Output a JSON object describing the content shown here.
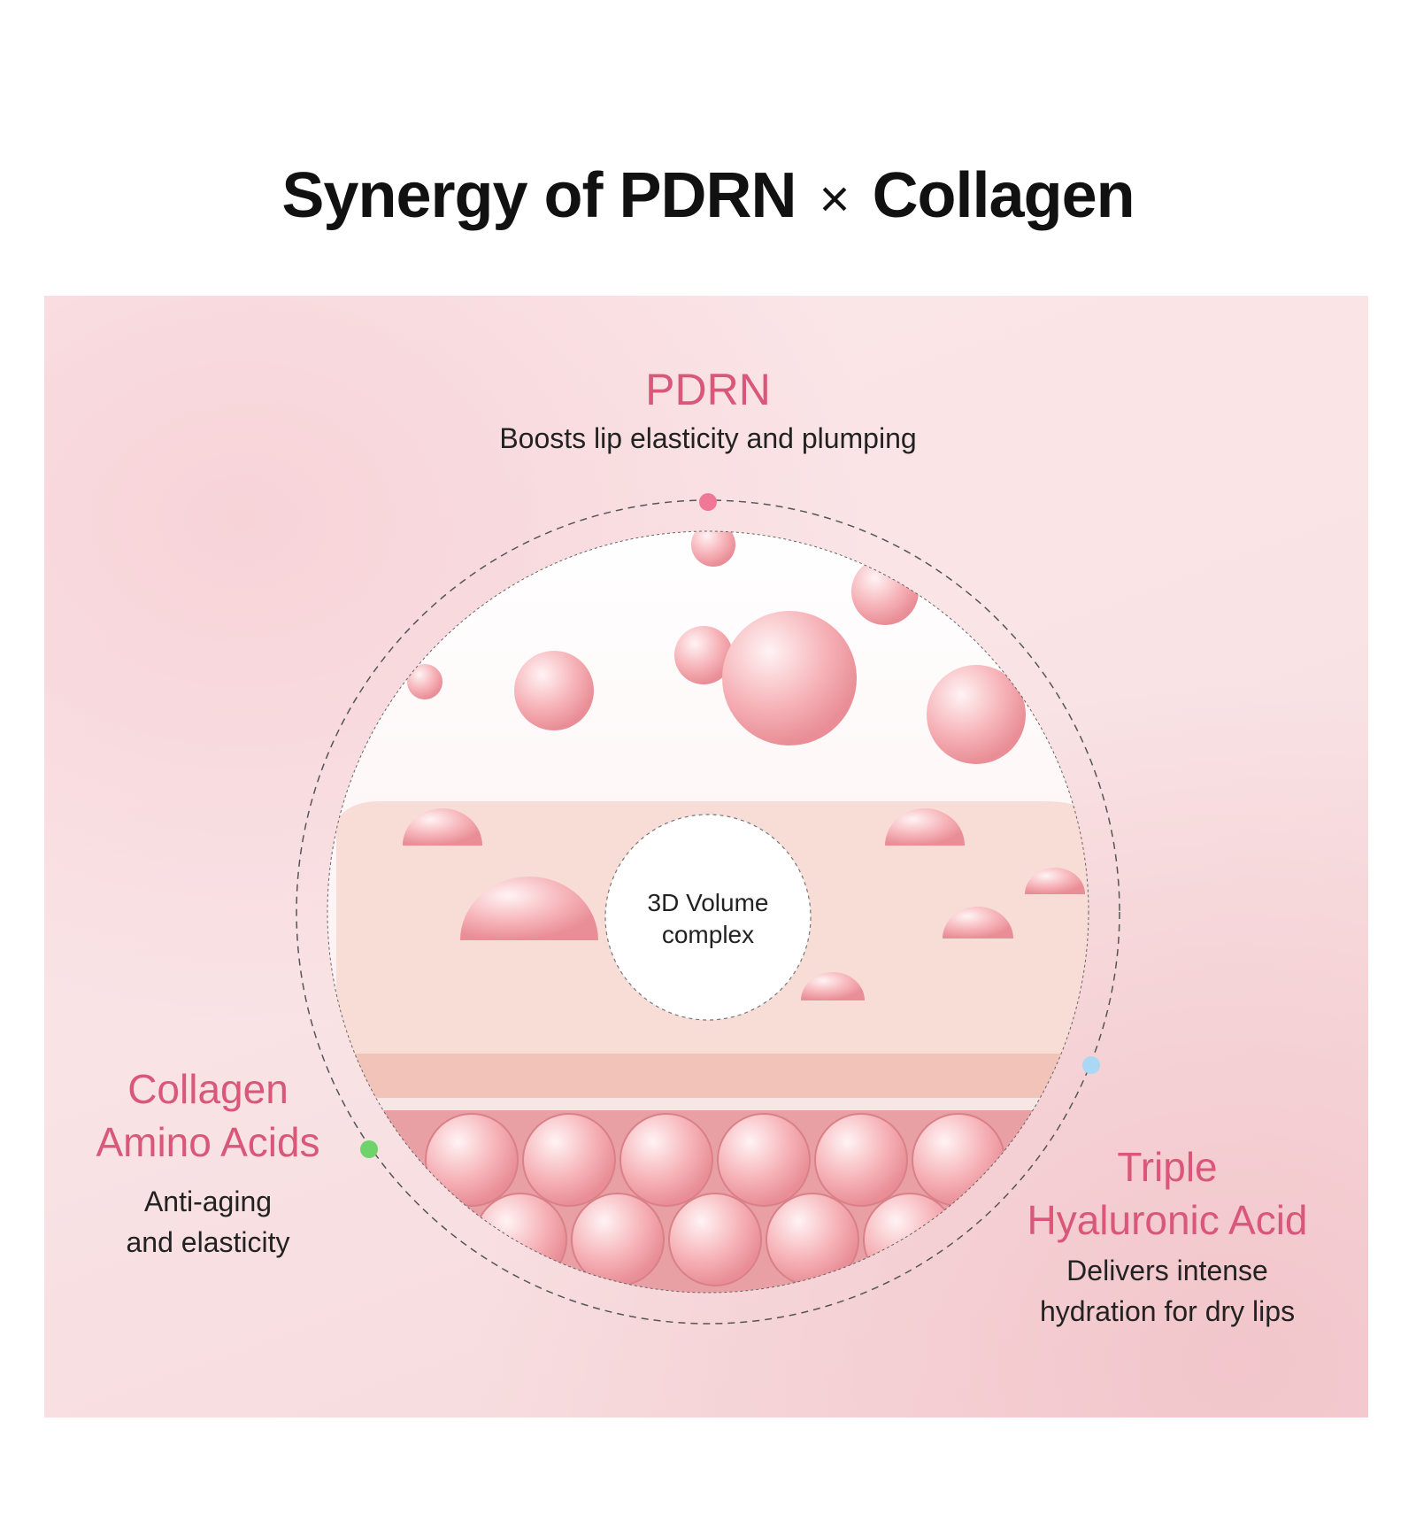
{
  "title": {
    "left": "Synergy of PDRN",
    "times": "×",
    "right": "Collagen"
  },
  "pdrn": {
    "label": "PDRN",
    "desc": "Boosts lip elasticity and plumping"
  },
  "collagen": {
    "label_line1": "Collagen",
    "label_line2": "Amino Acids",
    "desc_line1": "Anti-aging",
    "desc_line2": "and elasticity"
  },
  "hyaluronic": {
    "label_line1": "Triple",
    "label_line2": "Hyaluronic Acid",
    "desc_line1": "Delivers intense",
    "desc_line2": "hydration for dry lips"
  },
  "center": {
    "line1": "3D Volume",
    "line2": "complex"
  },
  "colors": {
    "accent": "#d9587a",
    "dot_pink": "#f07896",
    "dot_green": "#6fd36b",
    "dot_blue": "#a9d8f5"
  }
}
